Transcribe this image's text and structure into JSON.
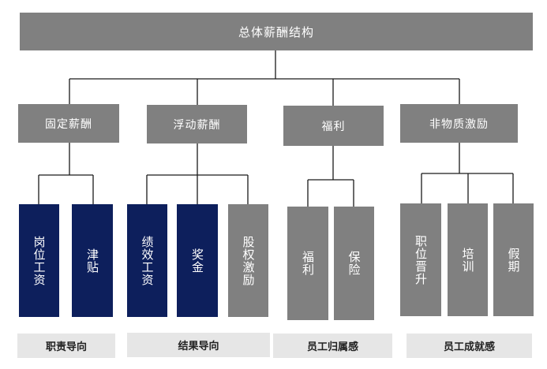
{
  "root": "总体薪酬结构",
  "categories": [
    {
      "label": "固定薪酬",
      "children": [
        "岗位工资",
        "津贴"
      ],
      "colors": [
        "#0d1f5c",
        "#0d1f5c"
      ]
    },
    {
      "label": "浮动薪酬",
      "children": [
        "绩效工资",
        "奖金",
        "股权激励"
      ],
      "colors": [
        "#0d1f5c",
        "#0d1f5c",
        "#808080"
      ]
    },
    {
      "label": "福利",
      "children": [
        "福利",
        "保险"
      ],
      "colors": [
        "#808080",
        "#808080"
      ]
    },
    {
      "label": "非物质激励",
      "children": [
        "职位晋升",
        "培训",
        "假期"
      ],
      "colors": [
        "#808080",
        "#808080",
        "#808080"
      ]
    }
  ],
  "bands": [
    "职责导向",
    "结果导向",
    "员工归属感",
    "员工成就感"
  ],
  "colors": {
    "gray": "#808080",
    "navy": "#0d1f5c",
    "band": "#e6e6e6",
    "line": "#1a1a1a"
  }
}
